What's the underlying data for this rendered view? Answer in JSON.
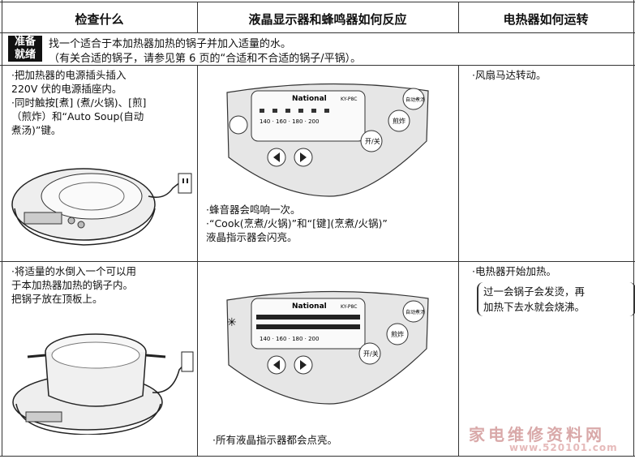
{
  "headers": {
    "col1": "检查什么",
    "col2": "液晶显示器和蜂鸣器如何反应",
    "col3": "电热器如何运转"
  },
  "prep": {
    "tag_line1": "准备",
    "tag_line2": "就绪",
    "line1": "找一个适合于本加热器加热的锅子并加入适量的水。",
    "line2": "（有关合适的锅子，请参见第 6 页的“合适和不合适的锅子/平锅）。"
  },
  "row1": {
    "check": "·把加热器的电源插头插入\n  220V 伏的电源插座内。\n·同时触按[煮] (煮/火锅)、[煎]\n  （煎炸）和“Auto Soup(自动\n  煮汤)”键。",
    "display": "·蜂音器会鸣响一次。\n·“Cook(烹煮/火锅)”和“[键](烹煮/火锅)”\n  液晶指示器会闪亮。",
    "operation": "·风扇马达转动。"
  },
  "row2": {
    "check": "·将适量的水倒入一个可以用\n  于本加热器加热的锅子内。\n  把锅子放在顶板上。",
    "display": "·所有液晶指示器都会点亮。",
    "operation": "·电热器开始加热。",
    "note": "过一会锅子会发烫，再\n加热下去水就会烧沸。"
  },
  "panel": {
    "brand": "National",
    "model": "KY-P8C",
    "temps": "140 · 160 · 180 · 200",
    "btn_power": "开/关",
    "btn_fry": "煎炸",
    "btn_auto": "自动煮汤"
  },
  "watermark": {
    "text": "家电维修资料网",
    "url": "www.520101.com"
  }
}
